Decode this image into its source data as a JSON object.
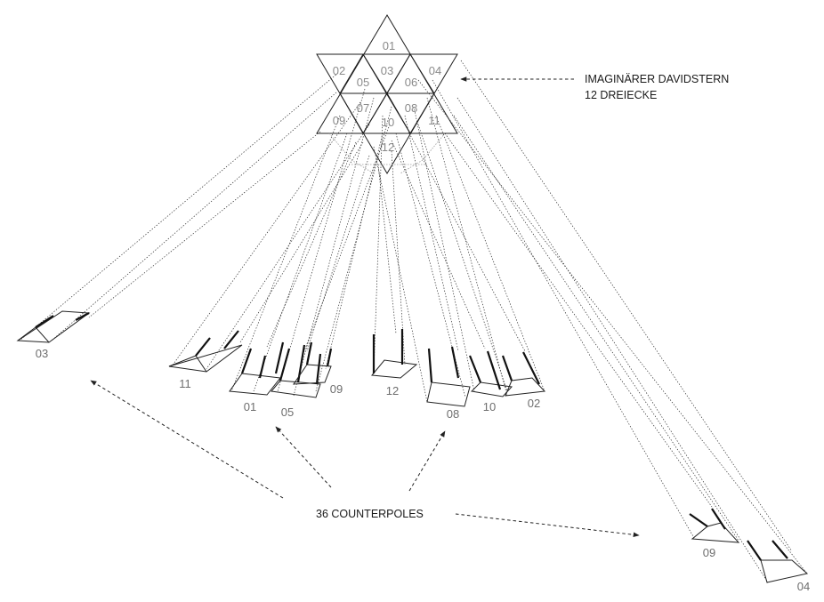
{
  "star": {
    "labels": [
      "01",
      "02",
      "03",
      "04",
      "05",
      "06",
      "07",
      "08",
      "09",
      "10",
      "11",
      "12"
    ]
  },
  "title_note": {
    "line1": "IMAGINÄRER DAVIDSTERN",
    "line2": "12 DREIECKE"
  },
  "counterpoles_note": "36 COUNTERPOLES",
  "poles": {
    "p03": "03",
    "p11": "11",
    "p01": "01",
    "p05": "05",
    "p09a": "09",
    "p12": "12",
    "p08": "08",
    "p10": "10",
    "p02": "02",
    "p09b": "09",
    "p04": "04"
  }
}
